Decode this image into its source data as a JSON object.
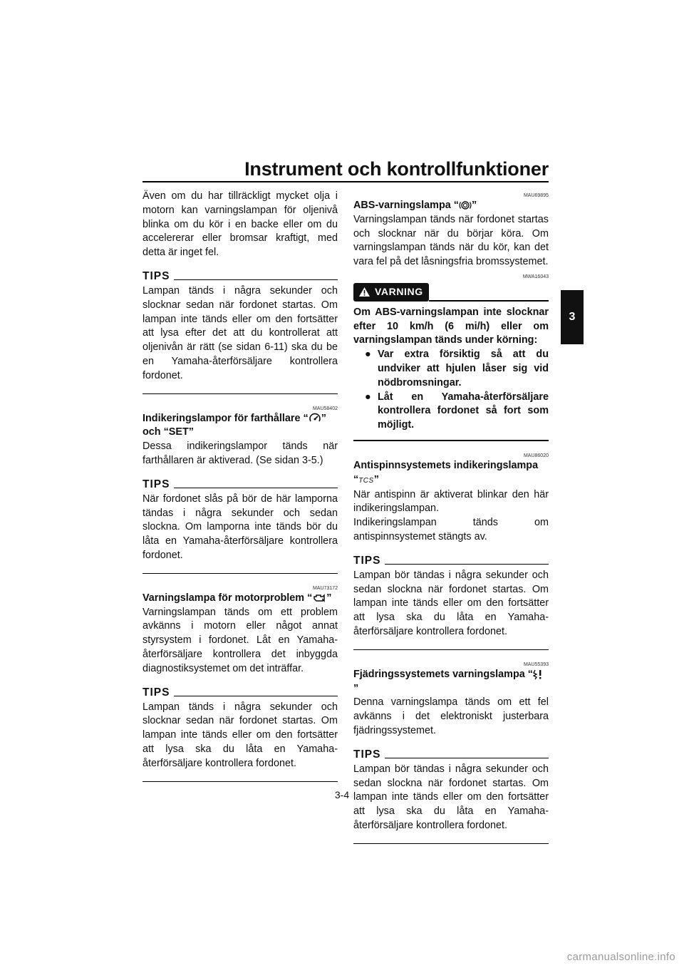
{
  "header": {
    "title": "Instrument och kontrollfunktioner"
  },
  "tab": {
    "chapter": "3"
  },
  "left": {
    "p1": "Även om du har tillräckligt mycket olja i motorn kan varningslampan för oljenivå blinka om du kör i en backe eller om du accelererar eller bromsar kraftigt, med detta är inget fel.",
    "tips1_label": "TIPS",
    "tips1_text": "Lampan tänds i några sekunder och slocknar sedan när fordonet startas. Om lampan inte tänds eller om den fortsätter att lysa efter det att du kontrollerat att oljenivån är rätt (se sidan 6-11) ska du be en Yamaha-återförsäljare kontrollera fordonet.",
    "s2_code": "MAU58402",
    "s2_heading_a": "Indikeringslampor för farthållare “",
    "s2_heading_b": "”",
    "s2_heading_c": "och “SET”",
    "s2_text": "Dessa indikeringslampor tänds när farthållaren är aktiverad. (Se sidan 3-5.)",
    "tips2_label": "TIPS",
    "tips2_text": "När fordonet slås på bör de här lamporna tändas i några sekunder och sedan slockna. Om lamporna inte tänds bör du låta en Yamaha-återförsäljare kontrollera fordonet.",
    "s3_code": "MAU73172",
    "s3_heading_a": "Varningslampa för motorproblem “",
    "s3_heading_b": "”",
    "s3_text": "Varningslampan tänds om ett problem avkänns i motorn eller något annat styrsystem i fordonet. Låt en Yamaha-återförsäljare kontrollera det inbyggda diagnostiksystemet om det inträffar.",
    "tips3_label": "TIPS",
    "tips3_text": "Lampan tänds i några sekunder och slocknar sedan när fordonet startas. Om lampan inte tänds eller om den fortsätter att lysa ska du låta en Yamaha-återförsäljare kontrollera fordonet."
  },
  "right": {
    "s1_code": "MAU69895",
    "s1_heading_a": "ABS-varningslampa “",
    "s1_heading_b": "”",
    "s1_text": "Varningslampan tänds när fordonet startas och slocknar när du börjar köra. Om varningslampan tänds när du kör, kan det vara fel på det låsningsfria bromssystemet.",
    "warn_code": "MWA16043",
    "warn_label": "VARNING",
    "warn_text": "Om ABS-varningslampan inte slocknar efter 10 km/h (6 mi/h) eller om varningslampan tänds under körning:",
    "warn_items": [
      "Var extra försiktig så att du undviker att hjulen låser sig vid nödbromsningar.",
      "Låt en Yamaha-återförsäljare kontrollera fordonet så fort som möjligt."
    ],
    "s2_code": "MAU86020",
    "s2_heading_a": "Antispinnsystemets indikeringslampa",
    "s2_heading_b": "“",
    "s2_heading_sym": "TCS",
    "s2_heading_c": "”",
    "s2_text1": "När antispinn är aktiverat blinkar den här indikeringslampan.",
    "s2_text2": "Indikeringslampan tänds om antispinnsystemet stängts av.",
    "tips1_label": "TIPS",
    "tips1_text": "Lampan bör tändas i några sekunder och sedan slockna när fordonet startas. Om lampan inte tänds eller om den fortsätter att lysa ska du låta en Yamaha-återförsäljare kontrollera fordonet.",
    "s3_code": "MAU55393",
    "s3_heading_a": "Fjädringssystemets varningslampa “",
    "s3_heading_b": "”",
    "s3_text": "Denna varningslampa tänds om ett fel avkänns i det elektroniskt justerbara fjädringssystemet.",
    "tips2_label": "TIPS",
    "tips2_text": "Lampan bör tändas i några sekunder och sedan slockna när fordonet startas. Om lampan inte tänds eller om den fortsätter att lysa ska du låta en Yamaha-återförsäljare kontrollera fordonet."
  },
  "footer": {
    "page": "3-4",
    "watermark": "carmanualsonline.info"
  }
}
